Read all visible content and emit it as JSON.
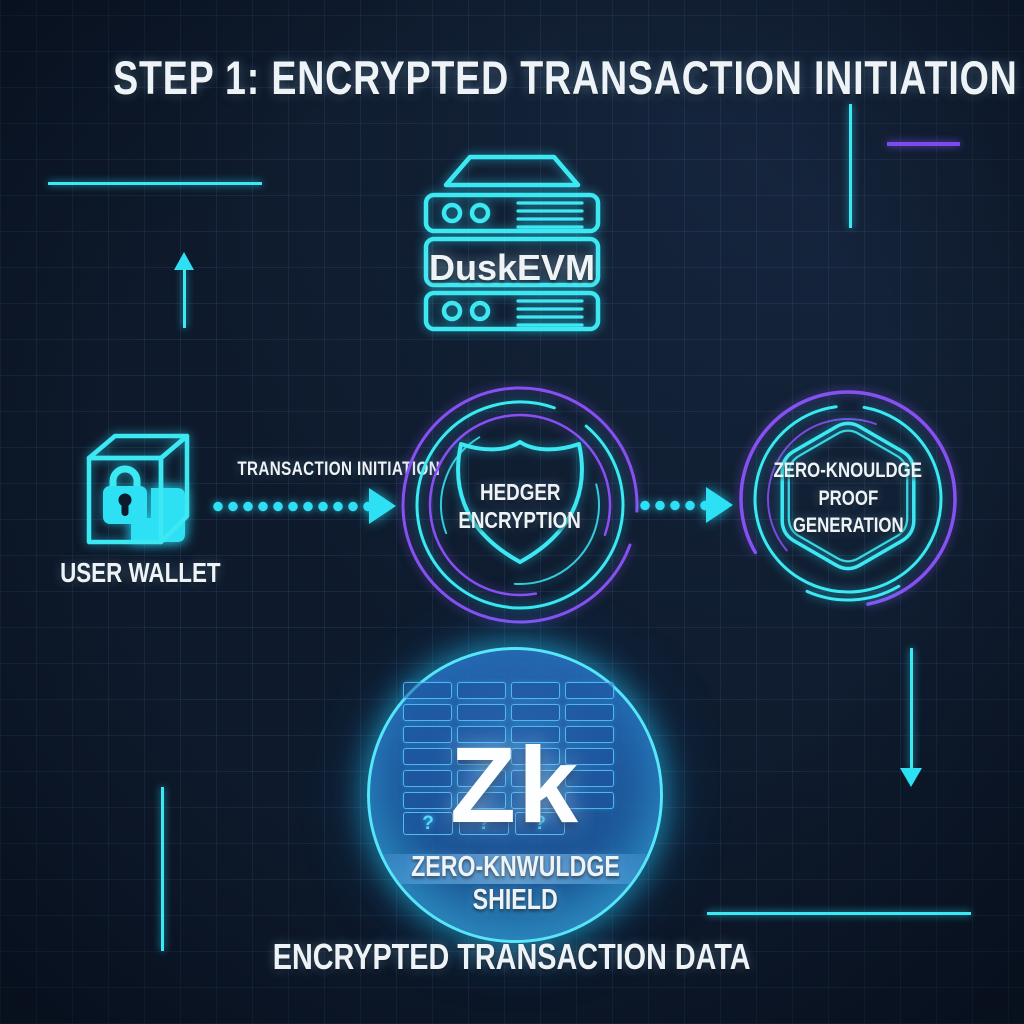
{
  "title": "STEP 1: ENCRYPTED TRANSACTION INITIATION",
  "server": {
    "label": "DuskEVM"
  },
  "wallet": {
    "label": "USER WALLET"
  },
  "arrow1": {
    "label": "TRANSACTION INITIATION"
  },
  "encryption_node": {
    "line1": "HEDGER",
    "line2": "ENCRYPTION"
  },
  "proof_node": {
    "line1": "ZERO-KNOULDGE",
    "line2": "PROOF",
    "line3": "GENERATION"
  },
  "zk_shield": {
    "monogram": "Zk",
    "question_mark": "?",
    "line1": "ZERO-KNWULDGE",
    "line2": "SHIELD"
  },
  "caption": "ENCRYPTED TRANSACTION DATA",
  "colors": {
    "cyan": "#3ce8f2",
    "purple": "#8552f2",
    "blue_fill": "#1c54a0",
    "background": "#0e1a2c",
    "text": "#eef3f8"
  }
}
